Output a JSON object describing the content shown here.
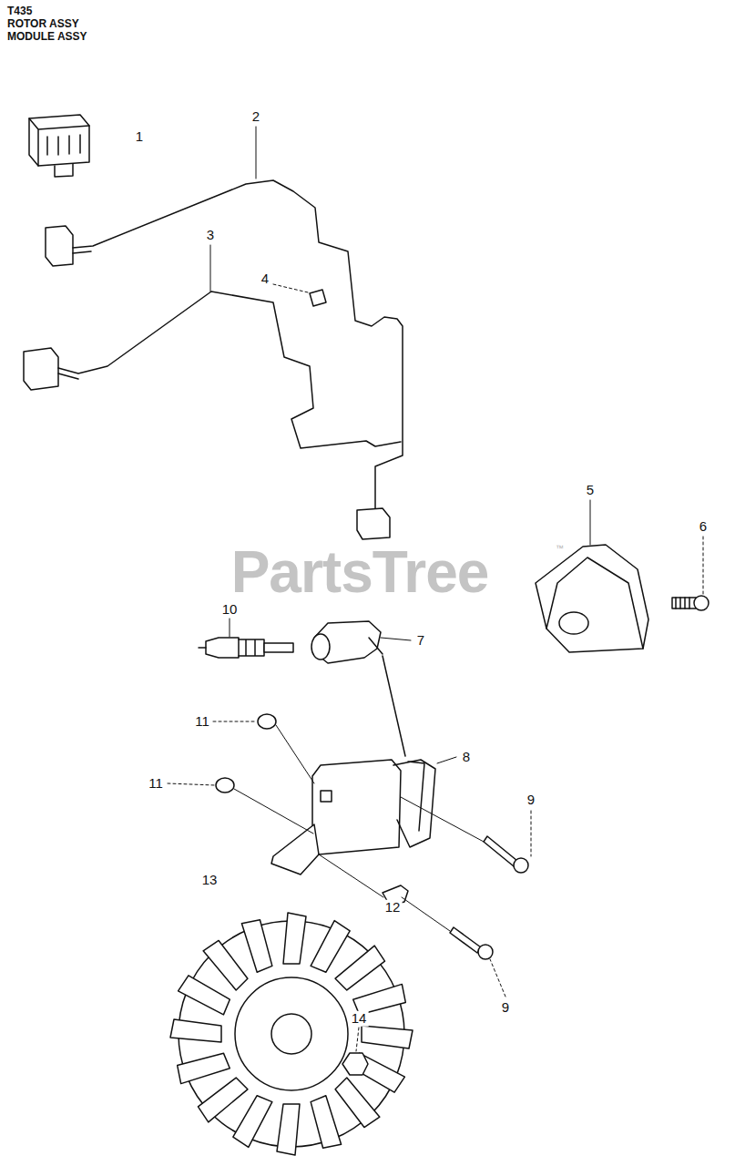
{
  "diagram": {
    "labels": [
      "T435",
      "ROTOR ASSY",
      "MODULE ASSY",
      "1",
      "2",
      "3",
      "4",
      "5",
      "6",
      "PartsTree",
      "™",
      "10",
      "7",
      "11",
      "8",
      "9",
      "11",
      "13",
      "12",
      "9",
      "14"
    ]
  }
}
